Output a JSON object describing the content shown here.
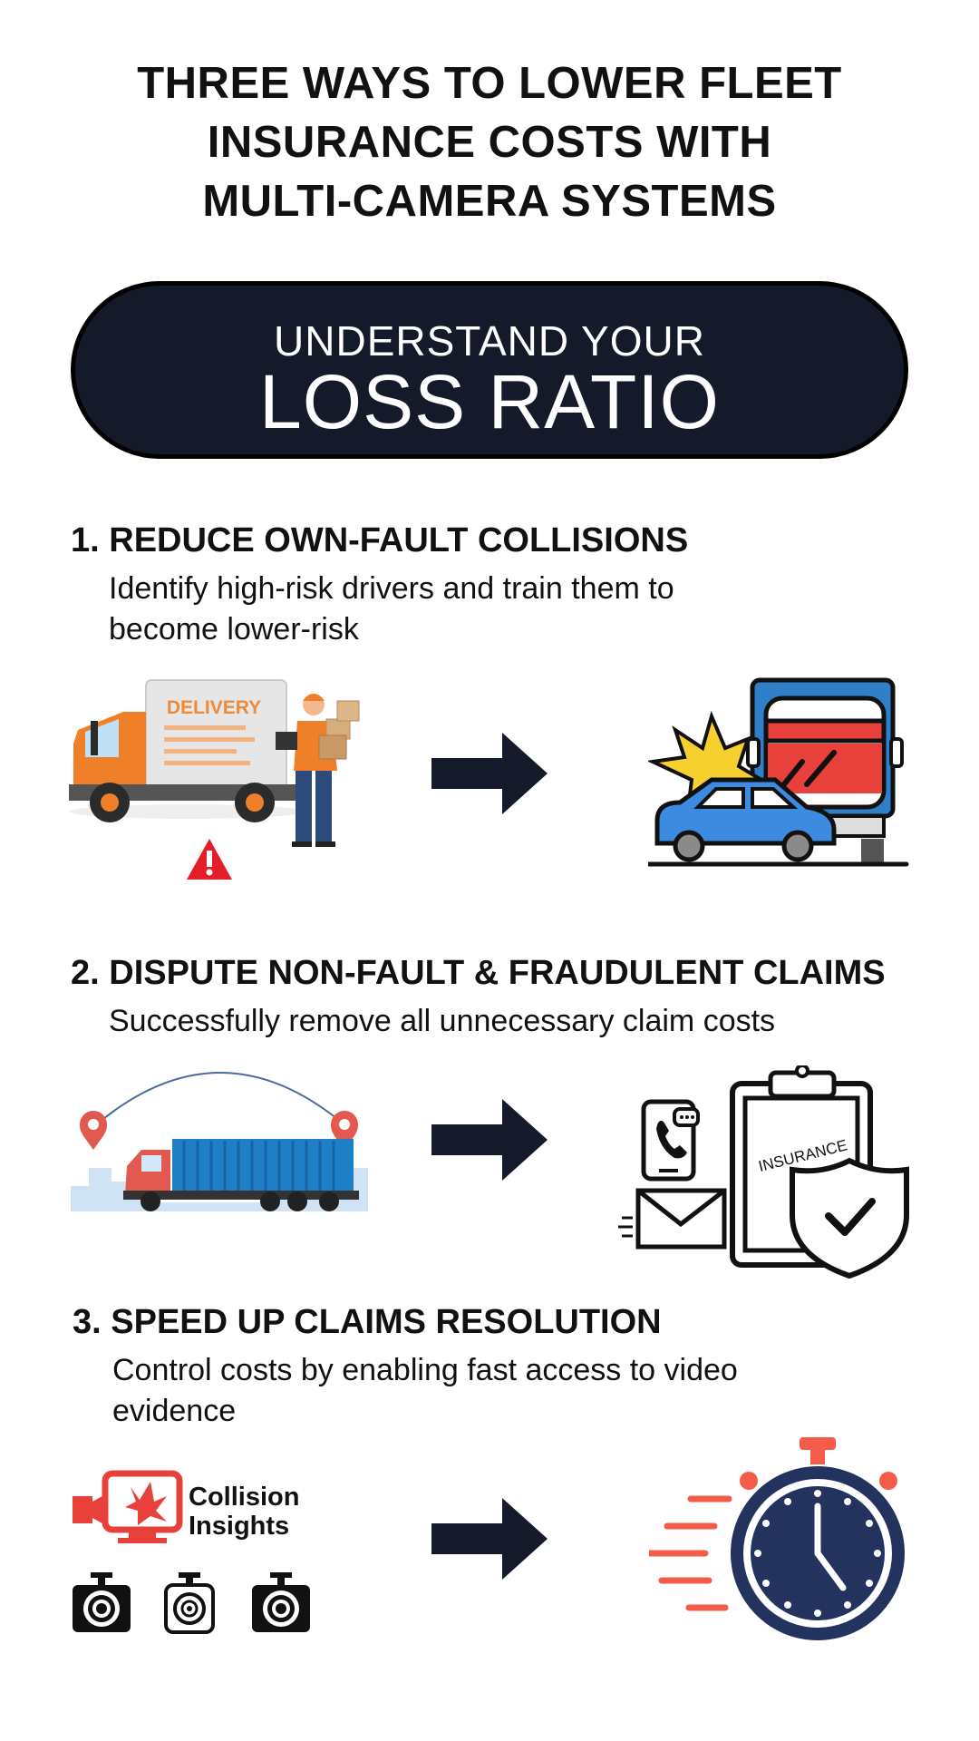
{
  "title_lines": [
    "THREE WAYS TO LOWER FLEET",
    "INSURANCE COSTS WITH",
    "MULTI-CAMERA SYSTEMS"
  ],
  "banner": {
    "line1": "UNDERSTAND YOUR",
    "line2": "LOSS RATIO"
  },
  "sections": [
    {
      "heading": "1. REDUCE OWN-FAULT COLLISIONS",
      "sub_lines": [
        "Identify high-risk drivers and train them to",
        "become lower-risk"
      ],
      "left_icon": "delivery-truck-with-courier-icon",
      "right_icon": "truck-car-collision-icon",
      "truck_label": "DELIVERY"
    },
    {
      "heading": "2. DISPUTE NON-FAULT & FRAUDULENT CLAIMS",
      "sub_lines": [
        "Successfully remove all unnecessary claim costs"
      ],
      "left_icon": "container-truck-route-icon",
      "right_icon": "insurance-claim-icon",
      "clipboard_label": "INSURANCE"
    },
    {
      "heading": "3. SPEED UP CLAIMS RESOLUTION",
      "sub_lines": [
        "Control costs by enabling fast access to video",
        "evidence"
      ],
      "left_icon": "collision-insights-cameras-icon",
      "right_icon": "stopwatch-icon",
      "logo_lines": [
        "Collision",
        "Insights"
      ]
    }
  ],
  "colors": {
    "navy": "#151a2b",
    "accent_red": "#e8413c",
    "orange": "#f07f2a",
    "blue": "#2f7fc9",
    "clock_navy": "#24335e"
  }
}
